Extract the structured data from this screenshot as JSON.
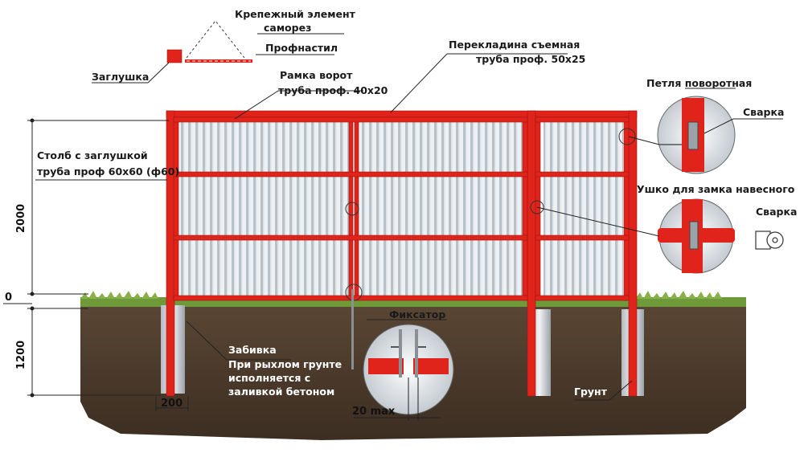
{
  "labels": {
    "fastener_line1": "Крепежный элемент",
    "fastener_line2": "саморез",
    "profnastil": "Профнастил",
    "cap": "Заглушка",
    "crossbar_line1": "Перекладина съемная",
    "crossbar_line2": "труба проф. 50х25",
    "frame_line1": "Рамка ворот",
    "frame_line2": "труба проф. 40х20",
    "hinge": "Петля поворотная",
    "weld_top": "Сварка",
    "post_line1": "Столб с заглушкой",
    "post_line2": "труба проф 60х60 (ф60)",
    "lock_eye": "Ушко для замка навесного",
    "weld_side": "Сварка",
    "latch": "Фиксатор",
    "driving_line1": "Забивка",
    "driving_line2": "При рыхлом грунте",
    "driving_line3": "исполняется с",
    "driving_line4": "заливкой бетоном",
    "soil": "Грунт"
  },
  "dimensions": {
    "height_above": "2000",
    "height_below": "1200",
    "zero": "0",
    "base_width": "200",
    "gap_max": "20 max"
  },
  "colors": {
    "frame_red": "#e0241c",
    "soil_dark": "#4a3a2c",
    "grass": "#6f9a3a",
    "sheet_light": "#e9edf0",
    "sheet_dark": "#aab3ba"
  }
}
